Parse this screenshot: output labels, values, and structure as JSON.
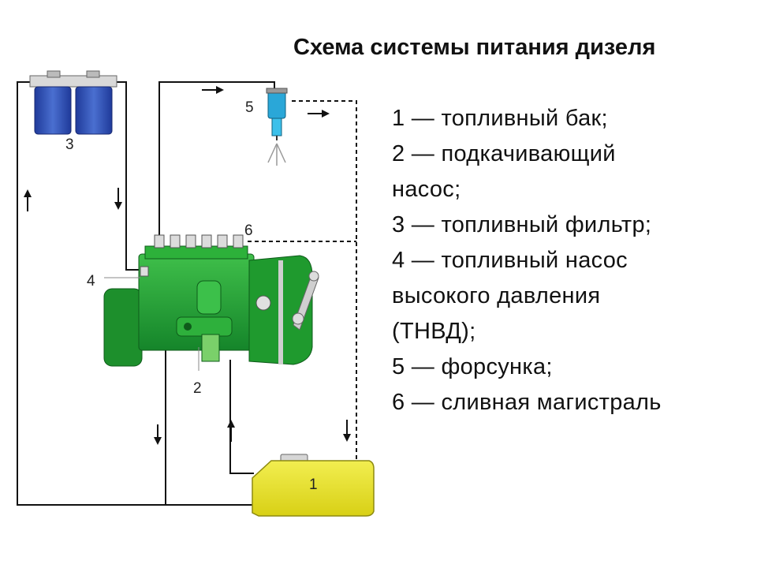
{
  "title": "Схема системы питания дизеля",
  "legend": [
    "1 — топливный бак;",
    "2 — подкачивающий",
    "насос;",
    "3 — топливный фильтр;",
    "4 — топливный насос",
    "высокого давления",
    "(ТНВД);",
    "5 — форсунка;",
    "6 — сливная магистраль"
  ],
  "labels": {
    "tank": "1",
    "lift_pump": "2",
    "filter": "3",
    "injection_pump": "4",
    "injector": "5",
    "return_line": "6"
  },
  "colors": {
    "tank": "#e6e02a",
    "pump": "#1f9a2e",
    "filter": "#2f4fb0",
    "line": "#111111"
  }
}
